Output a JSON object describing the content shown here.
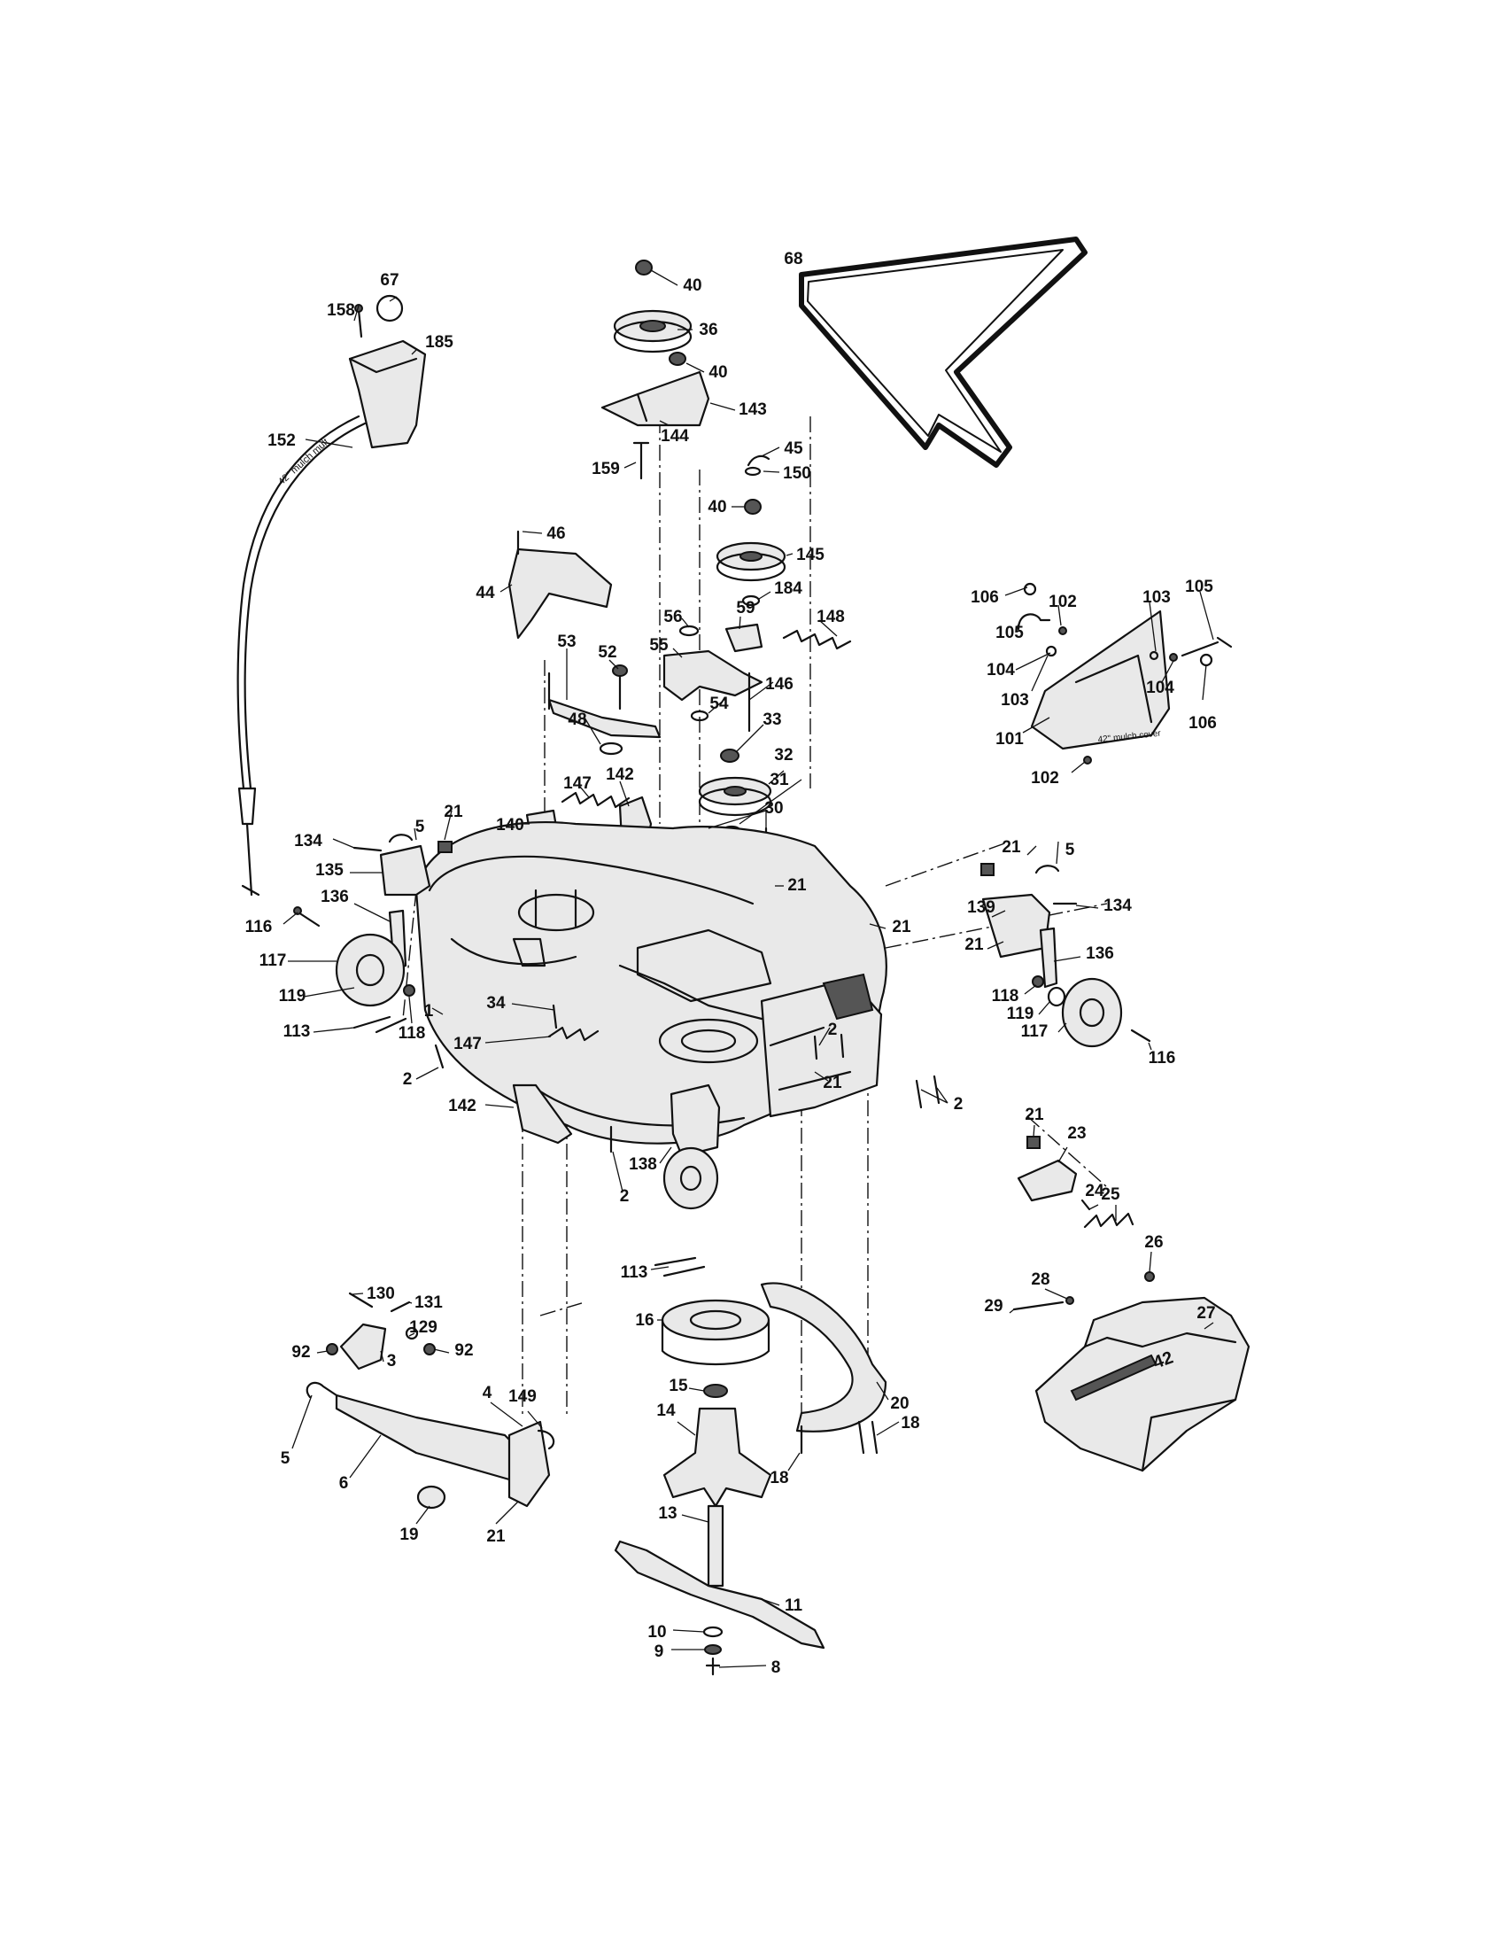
{
  "diagram": {
    "callouts": [
      {
        "id": "c67",
        "text": "67"
      },
      {
        "id": "c158",
        "text": "158"
      },
      {
        "id": "c185",
        "text": "185"
      },
      {
        "id": "c152",
        "text": "152"
      },
      {
        "id": "c40a",
        "text": "40"
      },
      {
        "id": "c36",
        "text": "36"
      },
      {
        "id": "c40b",
        "text": "40"
      },
      {
        "id": "c143",
        "text": "143"
      },
      {
        "id": "c144",
        "text": "144"
      },
      {
        "id": "c159",
        "text": "159"
      },
      {
        "id": "c68",
        "text": "68"
      },
      {
        "id": "c45",
        "text": "45"
      },
      {
        "id": "c150",
        "text": "150"
      },
      {
        "id": "c40c",
        "text": "40"
      },
      {
        "id": "c46",
        "text": "46"
      },
      {
        "id": "c145",
        "text": "145"
      },
      {
        "id": "c44",
        "text": "44"
      },
      {
        "id": "c184",
        "text": "184"
      },
      {
        "id": "c56",
        "text": "56"
      },
      {
        "id": "c59",
        "text": "59"
      },
      {
        "id": "c148",
        "text": "148"
      },
      {
        "id": "c55",
        "text": "55"
      },
      {
        "id": "c53",
        "text": "53"
      },
      {
        "id": "c52",
        "text": "52"
      },
      {
        "id": "c146",
        "text": "146"
      },
      {
        "id": "c54",
        "text": "54"
      },
      {
        "id": "c48",
        "text": "48"
      },
      {
        "id": "c33",
        "text": "33"
      },
      {
        "id": "c32",
        "text": "32"
      },
      {
        "id": "c31",
        "text": "31"
      },
      {
        "id": "c147a",
        "text": "147"
      },
      {
        "id": "c142a",
        "text": "142"
      },
      {
        "id": "c30",
        "text": "30"
      },
      {
        "id": "c106a",
        "text": "106"
      },
      {
        "id": "c102a",
        "text": "102"
      },
      {
        "id": "c103a",
        "text": "103"
      },
      {
        "id": "c105a",
        "text": "105"
      },
      {
        "id": "c105b",
        "text": "105"
      },
      {
        "id": "c104a",
        "text": "104"
      },
      {
        "id": "c103b",
        "text": "103"
      },
      {
        "id": "c104b",
        "text": "104"
      },
      {
        "id": "c106b",
        "text": "106"
      },
      {
        "id": "c101",
        "text": "101"
      },
      {
        "id": "c102b",
        "text": "102"
      },
      {
        "id": "c21a",
        "text": "21"
      },
      {
        "id": "c5a",
        "text": "5"
      },
      {
        "id": "c134a",
        "text": "134"
      },
      {
        "id": "c140",
        "text": "140"
      },
      {
        "id": "c135",
        "text": "135"
      },
      {
        "id": "c136a",
        "text": "136"
      },
      {
        "id": "c116a",
        "text": "116"
      },
      {
        "id": "c117a",
        "text": "117"
      },
      {
        "id": "c119a",
        "text": "119"
      },
      {
        "id": "c113a",
        "text": "113"
      },
      {
        "id": "c118a",
        "text": "118"
      },
      {
        "id": "c1",
        "text": "1"
      },
      {
        "id": "c34",
        "text": "34"
      },
      {
        "id": "c147b",
        "text": "147"
      },
      {
        "id": "c2a",
        "text": "2"
      },
      {
        "id": "c21b",
        "text": "21"
      },
      {
        "id": "c21c",
        "text": "21"
      },
      {
        "id": "c5b",
        "text": "5"
      },
      {
        "id": "c21d",
        "text": "21"
      },
      {
        "id": "c139",
        "text": "139"
      },
      {
        "id": "c134b",
        "text": "134"
      },
      {
        "id": "c21e",
        "text": "21"
      },
      {
        "id": "c136b",
        "text": "136"
      },
      {
        "id": "c118b",
        "text": "118"
      },
      {
        "id": "c119b",
        "text": "119"
      },
      {
        "id": "c117b",
        "text": "117"
      },
      {
        "id": "c116b",
        "text": "116"
      },
      {
        "id": "c2b",
        "text": "2"
      },
      {
        "id": "c21f",
        "text": "21"
      },
      {
        "id": "c2c",
        "text": "2"
      },
      {
        "id": "c142b",
        "text": "142"
      },
      {
        "id": "c138",
        "text": "138"
      },
      {
        "id": "c2d",
        "text": "2"
      },
      {
        "id": "c21g",
        "text": "21"
      },
      {
        "id": "c23",
        "text": "23"
      },
      {
        "id": "c24",
        "text": "24"
      },
      {
        "id": "c25",
        "text": "25"
      },
      {
        "id": "c26",
        "text": "26"
      },
      {
        "id": "c28",
        "text": "28"
      },
      {
        "id": "c29",
        "text": "29"
      },
      {
        "id": "c27",
        "text": "27"
      },
      {
        "id": "c113b",
        "text": "113"
      },
      {
        "id": "c16",
        "text": "16"
      },
      {
        "id": "c15",
        "text": "15"
      },
      {
        "id": "c14",
        "text": "14"
      },
      {
        "id": "c20",
        "text": "20"
      },
      {
        "id": "c18a",
        "text": "18"
      },
      {
        "id": "c18b",
        "text": "18"
      },
      {
        "id": "c130",
        "text": "130"
      },
      {
        "id": "c131",
        "text": "131"
      },
      {
        "id": "c129",
        "text": "129"
      },
      {
        "id": "c92a",
        "text": "92"
      },
      {
        "id": "c92b",
        "text": "92"
      },
      {
        "id": "c3",
        "text": "3"
      },
      {
        "id": "c4",
        "text": "4"
      },
      {
        "id": "c149",
        "text": "149"
      },
      {
        "id": "c5c",
        "text": "5"
      },
      {
        "id": "c6",
        "text": "6"
      },
      {
        "id": "c19",
        "text": "19"
      },
      {
        "id": "c21h",
        "text": "21"
      },
      {
        "id": "c13",
        "text": "13"
      },
      {
        "id": "c11",
        "text": "11"
      },
      {
        "id": "c10",
        "text": "10"
      },
      {
        "id": "c9",
        "text": "9"
      },
      {
        "id": "c8",
        "text": "8"
      }
    ],
    "deck_badge": "42",
    "cable_text": "42\" mulch  mult",
    "plate_text": "42\" mulch  cover"
  }
}
